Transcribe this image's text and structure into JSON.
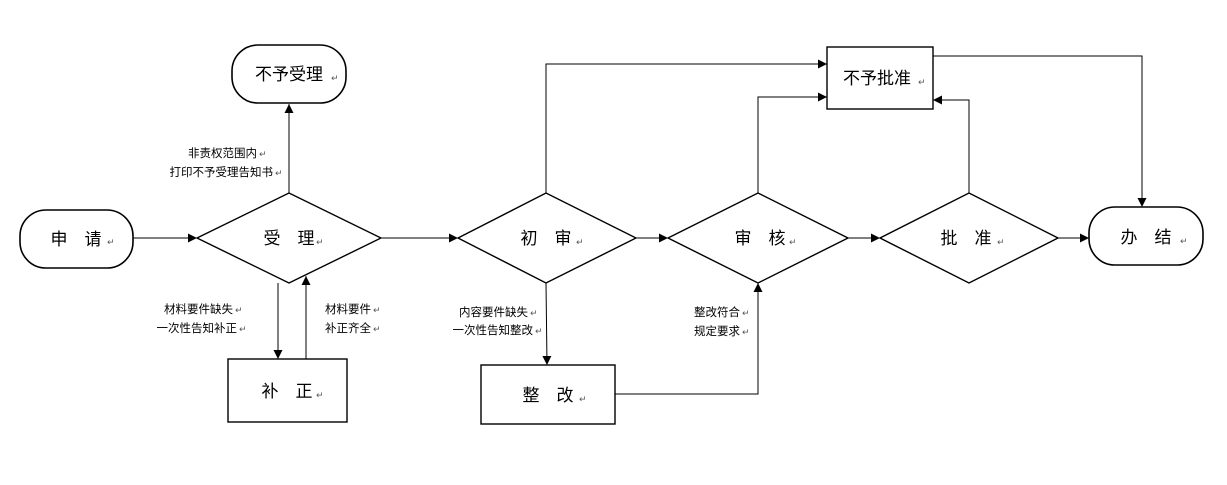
{
  "nodes": {
    "apply": "申　请",
    "accept": "受　理",
    "reject_accept": "不予受理",
    "supplement": "补　正",
    "initial_review": "初　审",
    "rectify": "整　改",
    "audit": "审　核",
    "approve": "批　准",
    "reject_approve": "不予批准",
    "complete": "办　结"
  },
  "edge_labels": {
    "out_of_scope": [
      "非责权范围内",
      "打印不予受理告知书"
    ],
    "materials_missing": [
      "材料要件缺失",
      "一次性告知补正"
    ],
    "materials_complete": [
      "材料要件",
      "补正齐全"
    ],
    "content_missing": [
      "内容要件缺失",
      "一次性告知整改"
    ],
    "rectify_ok": [
      "整改符合",
      "规定要求"
    ]
  },
  "paragraph_mark": "↵"
}
